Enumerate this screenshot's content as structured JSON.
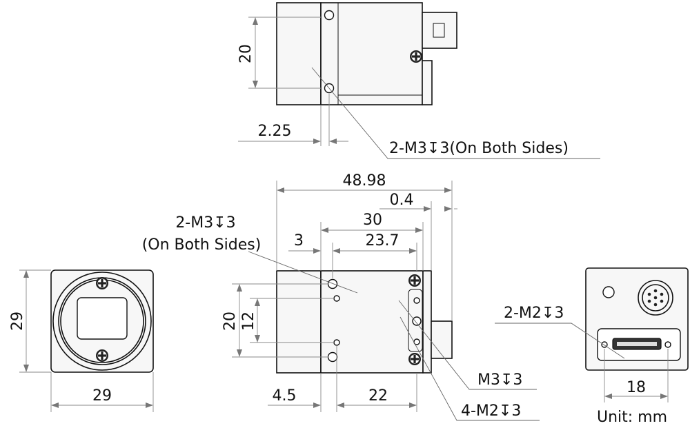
{
  "top_view": {
    "dim_20": "20",
    "dim_2_25": "2.25",
    "callout_side_holes": "2-M3↧3(On Both Sides)"
  },
  "side_view": {
    "dim_48_98": "48.98",
    "dim_0_4": "0.4",
    "dim_30": "30",
    "dim_23_7": "23.7",
    "dim_3": "3",
    "dim_20": "20",
    "dim_12": "12",
    "dim_4_5": "4.5",
    "dim_22": "22",
    "callout_side_holes_line1": "2-M3↧3",
    "callout_side_holes_line2": "(On Both Sides)",
    "callout_m3": "M3↧3",
    "callout_m2": "4-M2↧3"
  },
  "front_view": {
    "dim_height_29": "29",
    "dim_width_29": "29"
  },
  "rear_view": {
    "callout_m2": "2-M2↧3",
    "dim_18": "18",
    "unit_label": "Unit: mm"
  },
  "icons": {
    "screw": "screw-icon",
    "connector": "connector-icon"
  }
}
